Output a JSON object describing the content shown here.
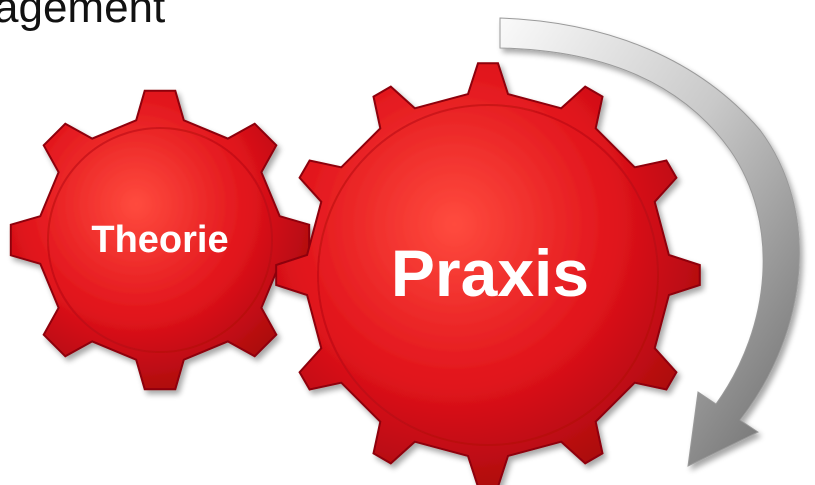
{
  "title_fragment": "agement",
  "gears": {
    "small": {
      "label": "Theorie"
    },
    "large": {
      "label": "Praxis"
    }
  },
  "colors": {
    "gear_main": "#e0131b",
    "gear_dark": "#8e0308",
    "gear_light": "#ff5a4d",
    "text": "#ffffff",
    "arrow_light": "#f2f2f2",
    "arrow_dark": "#6e6e6e"
  },
  "icons": {
    "cycle_arrow": "curved-arrow-icon"
  }
}
